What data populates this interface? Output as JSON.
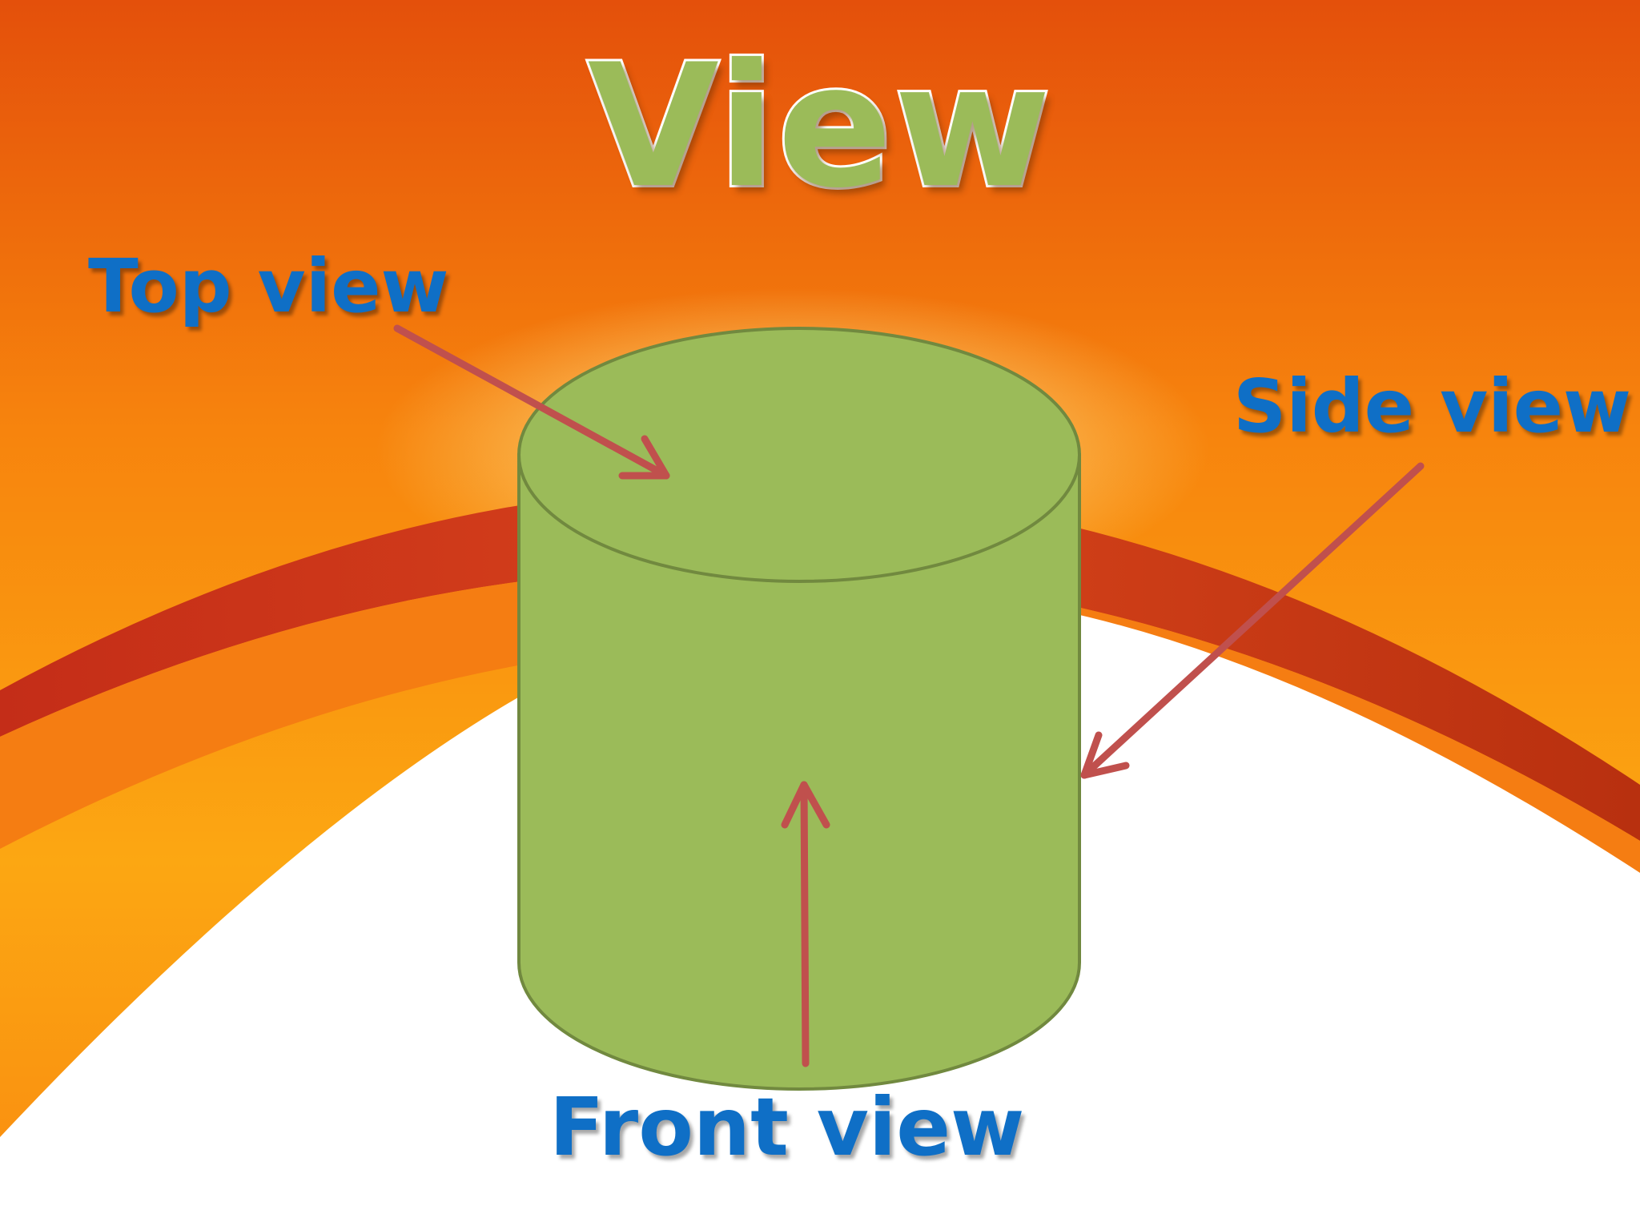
{
  "title": "View",
  "labels": {
    "top_view": "Top view",
    "side_view": "Side view",
    "front_view": "Front view"
  },
  "colors": {
    "title_fill": "#9bbb59",
    "title_outline": "#ffffff",
    "label_text": "#0f6fc6",
    "cylinder_fill": "#9bbb59",
    "cylinder_outline": "#71893f",
    "arrow": "#c0504d",
    "background_orange": "#f7870f",
    "background_red_band": "#c8321a",
    "background_white": "#ffffff"
  },
  "shapes": {
    "solid": "cylinder",
    "arrows": [
      "top-view-arrow",
      "side-view-arrow",
      "front-view-arrow"
    ]
  }
}
